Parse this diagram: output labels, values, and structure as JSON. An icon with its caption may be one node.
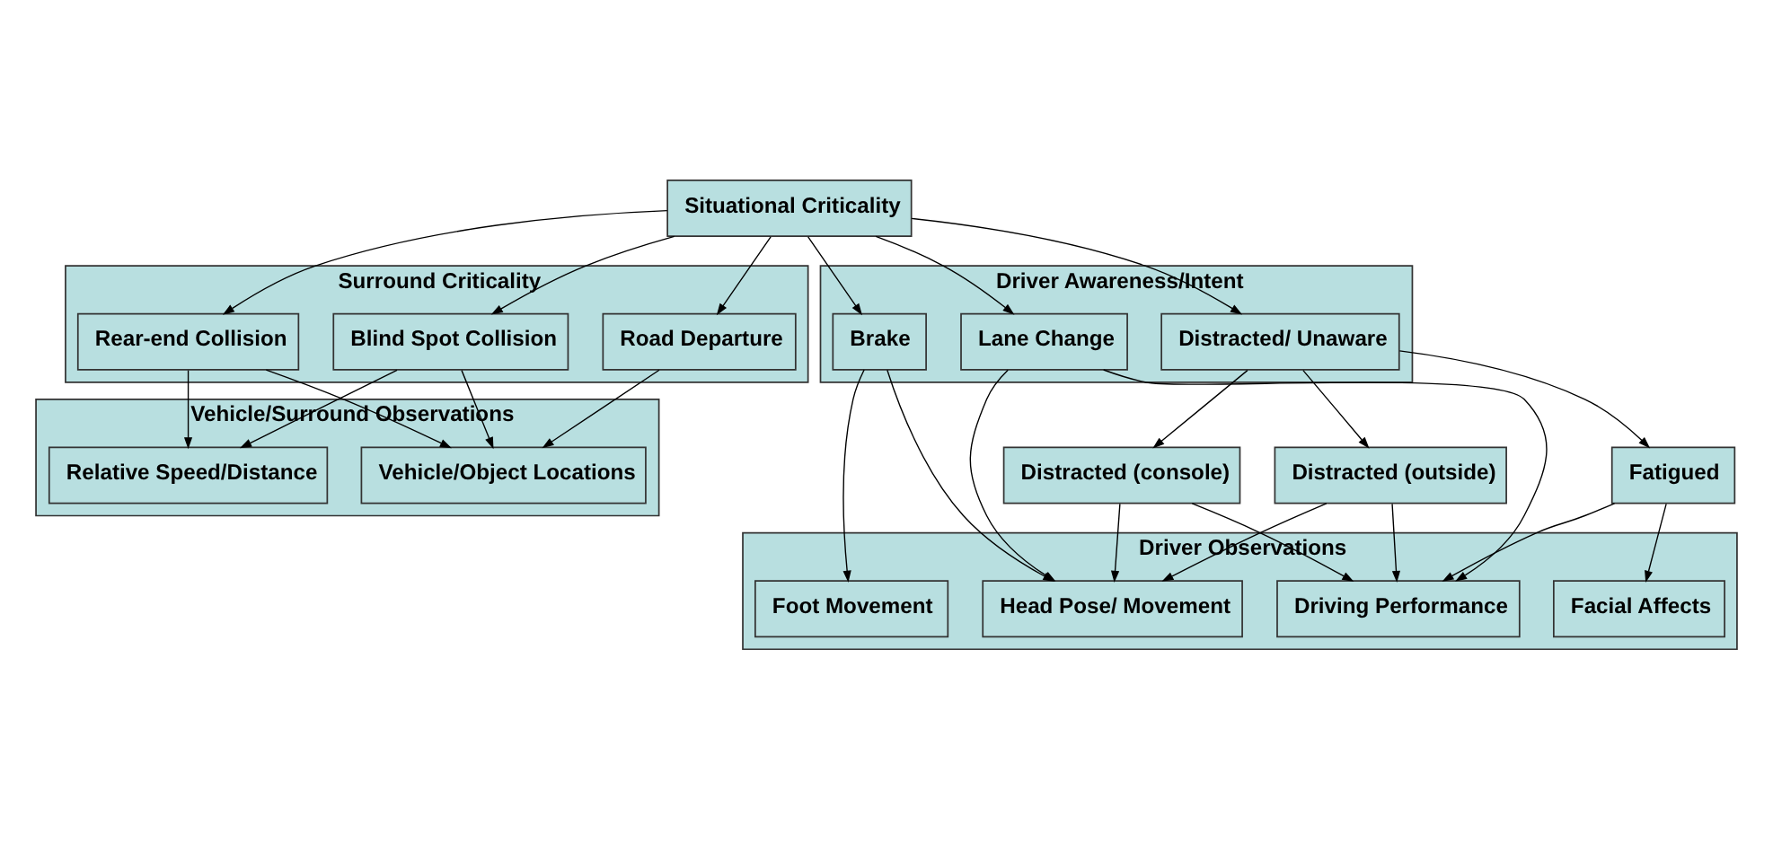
{
  "diagram": {
    "nodes": [
      {
        "text": [
          "Situational Criticality"
        ]
      },
      {
        "text": [
          "Surround Criticality"
        ]
      },
      {
        "text": [
          "Road Departure"
        ],
        "in": 1
      },
      {
        "text": [
          "Blind Spot Collision"
        ],
        "in": 1
      },
      {
        "text": [
          "Rear-end Collision"
        ],
        "in": 1
      },
      {
        "text": [
          "Driver Awareness/Intent"
        ]
      },
      {
        "text": [
          "Lane Change"
        ],
        "in": 5
      },
      {
        "text": [
          "Brake"
        ],
        "in": 5
      },
      {
        "text": [
          "Distracted/ Unaware"
        ],
        "in": 5
      },
      {
        "text": [
          "Distracted (console)"
        ]
      },
      {
        "text": [
          "Distracted (outside)"
        ]
      },
      {
        "text": [
          "Fatigued"
        ]
      },
      {
        "text": [
          "Vehicle/Surround Observations"
        ]
      },
      {
        "text": [
          "Vehicle/Object Locations"
        ],
        "in": 12
      },
      {
        "text": [
          "Relative Speed/Distance"
        ],
        "in": 12
      },
      {
        "text": [
          "Driver Observations"
        ]
      },
      {
        "text": [
          "Head Pose/ Movement"
        ],
        "in": 15
      },
      {
        "text": [
          "Driving Performance"
        ],
        "in": 15
      },
      {
        "text": [
          "Facial Affects"
        ],
        "in": 15
      },
      {
        "text": [
          "Foot Movement"
        ],
        "in": 15
      }
    ],
    "edges": [
      {
        "from": 0,
        "to": 2,
        "arrow": "to"
      },
      {
        "from": 0,
        "to": 3,
        "arrow": "to"
      },
      {
        "from": 0,
        "to": 4,
        "arrow": "to"
      },
      {
        "from": 0,
        "to": 6,
        "arrow": "to"
      },
      {
        "from": 0,
        "to": 7,
        "arrow": "to"
      },
      {
        "from": 0,
        "to": 8,
        "arrow": "to"
      },
      {
        "from": 2,
        "to": 13,
        "arrow": "to"
      },
      {
        "from": 3,
        "to": 13,
        "arrow": "to"
      },
      {
        "from": 3,
        "to": 14,
        "arrow": "to"
      },
      {
        "from": 4,
        "to": 13,
        "arrow": "to"
      },
      {
        "from": 4,
        "to": 14,
        "arrow": "to"
      },
      {
        "from": 8,
        "to": 9,
        "arrow": "to"
      },
      {
        "from": 8,
        "to": 10,
        "arrow": "to"
      },
      {
        "from": 8,
        "to": 11,
        "arrow": "to"
      },
      {
        "from": 6,
        "to": 16,
        "arrow": "to"
      },
      {
        "from": 6,
        "to": 17,
        "arrow": "to"
      },
      {
        "from": 7,
        "to": 16,
        "arrow": "to"
      },
      {
        "from": 7,
        "to": 19,
        "arrow": "to"
      },
      {
        "from": 9,
        "to": 16,
        "arrow": "to"
      },
      {
        "from": 9,
        "to": 17,
        "arrow": "to"
      },
      {
        "from": 10,
        "to": 16,
        "arrow": "to"
      },
      {
        "from": 10,
        "to": 17,
        "arrow": "to"
      },
      {
        "from": 11,
        "to": 17,
        "arrow": "to"
      },
      {
        "from": 11,
        "to": 18,
        "arrow": "to"
      }
    ]
  }
}
